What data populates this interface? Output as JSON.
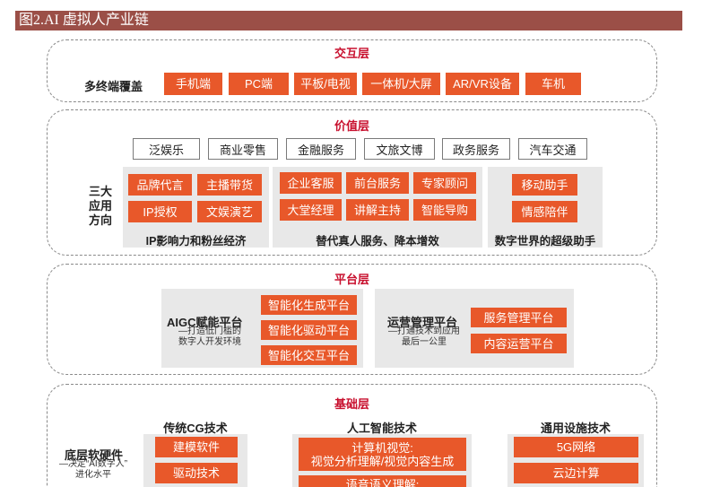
{
  "title": "图2.AI 虚拟人产业链",
  "interaction": {
    "title": "交互层",
    "label": "多终端覆盖",
    "items": [
      "手机端",
      "PC端",
      "平板/电视",
      "一体机/大屏",
      "AR/VR设备",
      "车机"
    ]
  },
  "value": {
    "title": "价值层",
    "industries": [
      "泛娱乐",
      "商业零售",
      "金融服务",
      "文旅文博",
      "政务服务",
      "汽车交通"
    ],
    "side_label": [
      "三大",
      "应用",
      "方向"
    ],
    "groups": [
      {
        "items": [
          "品牌代言",
          "主播带货",
          "IP授权",
          "文娱演艺"
        ],
        "caption": "IP影响力和粉丝经济"
      },
      {
        "items": [
          "企业客服",
          "前台服务",
          "专家顾问",
          "大堂经理",
          "讲解主持",
          "智能导购"
        ],
        "caption": "替代真人服务、降本增效"
      },
      {
        "items": [
          "移动助手",
          "情感陪伴"
        ],
        "caption": "数字世界的超级助手"
      }
    ]
  },
  "platform": {
    "title": "平台层",
    "aigc": {
      "name": "AIGC赋能平台",
      "desc": [
        "—打造低门槛的",
        "数字人开发环境"
      ],
      "items": [
        "智能化生成平台",
        "智能化驱动平台",
        "智能化交互平台"
      ]
    },
    "ops": {
      "name": "运营管理平台",
      "desc": [
        "—打通技术到应用",
        "最后一公里"
      ],
      "items": [
        "服务管理平台",
        "内容运营平台"
      ]
    }
  },
  "base": {
    "title": "基础层",
    "side_label": "底层软硬件",
    "side_desc": [
      "—决定“AI数字人”",
      "进化水平"
    ],
    "columns": [
      {
        "title": "传统CG技术",
        "items": [
          "建模软件",
          "驱动技术"
        ]
      },
      {
        "title": "人工智能技术",
        "items": [
          [
            "计算机视觉:",
            "视觉分析理解/视觉内容生成"
          ],
          [
            "语音语义理解:"
          ]
        ]
      },
      {
        "title": "通用设施技术",
        "items": [
          "5G网络",
          "云边计算"
        ]
      }
    ]
  }
}
